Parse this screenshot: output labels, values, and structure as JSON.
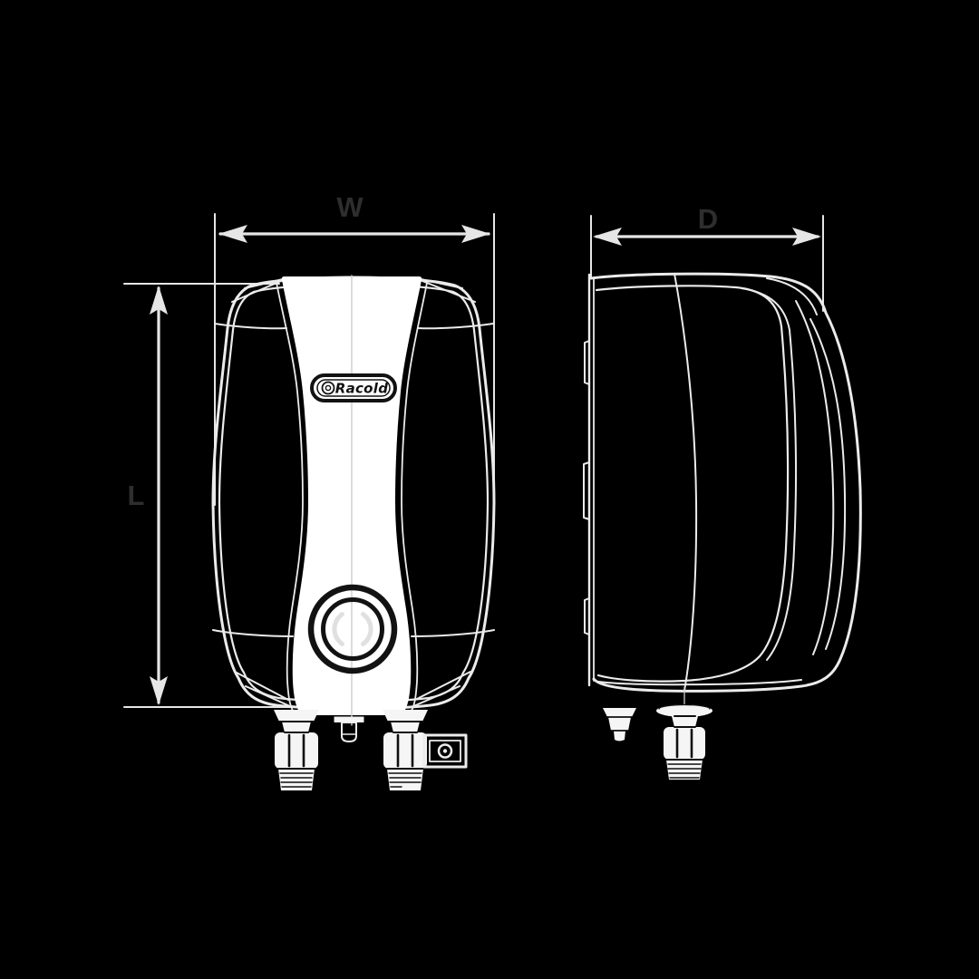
{
  "diagram": {
    "background_color": "#000000"
  },
  "style": {
    "line_color": "#ebebeb",
    "dim_line_color": "#e6e6e6",
    "dim_label_color": "#2e2e2e",
    "panel_fill": "#ffffff",
    "fitting_fill": "#f5f5f5",
    "detail_line_color": "#121212",
    "faint_detail_color": "#e0e0e0",
    "centerline_color": "#cccccc"
  },
  "dimensions": {
    "width_label": "W",
    "depth_label": "D",
    "length_label": "L"
  },
  "views": {
    "front": {
      "brand_logo_text": "Racold"
    },
    "side": {}
  }
}
